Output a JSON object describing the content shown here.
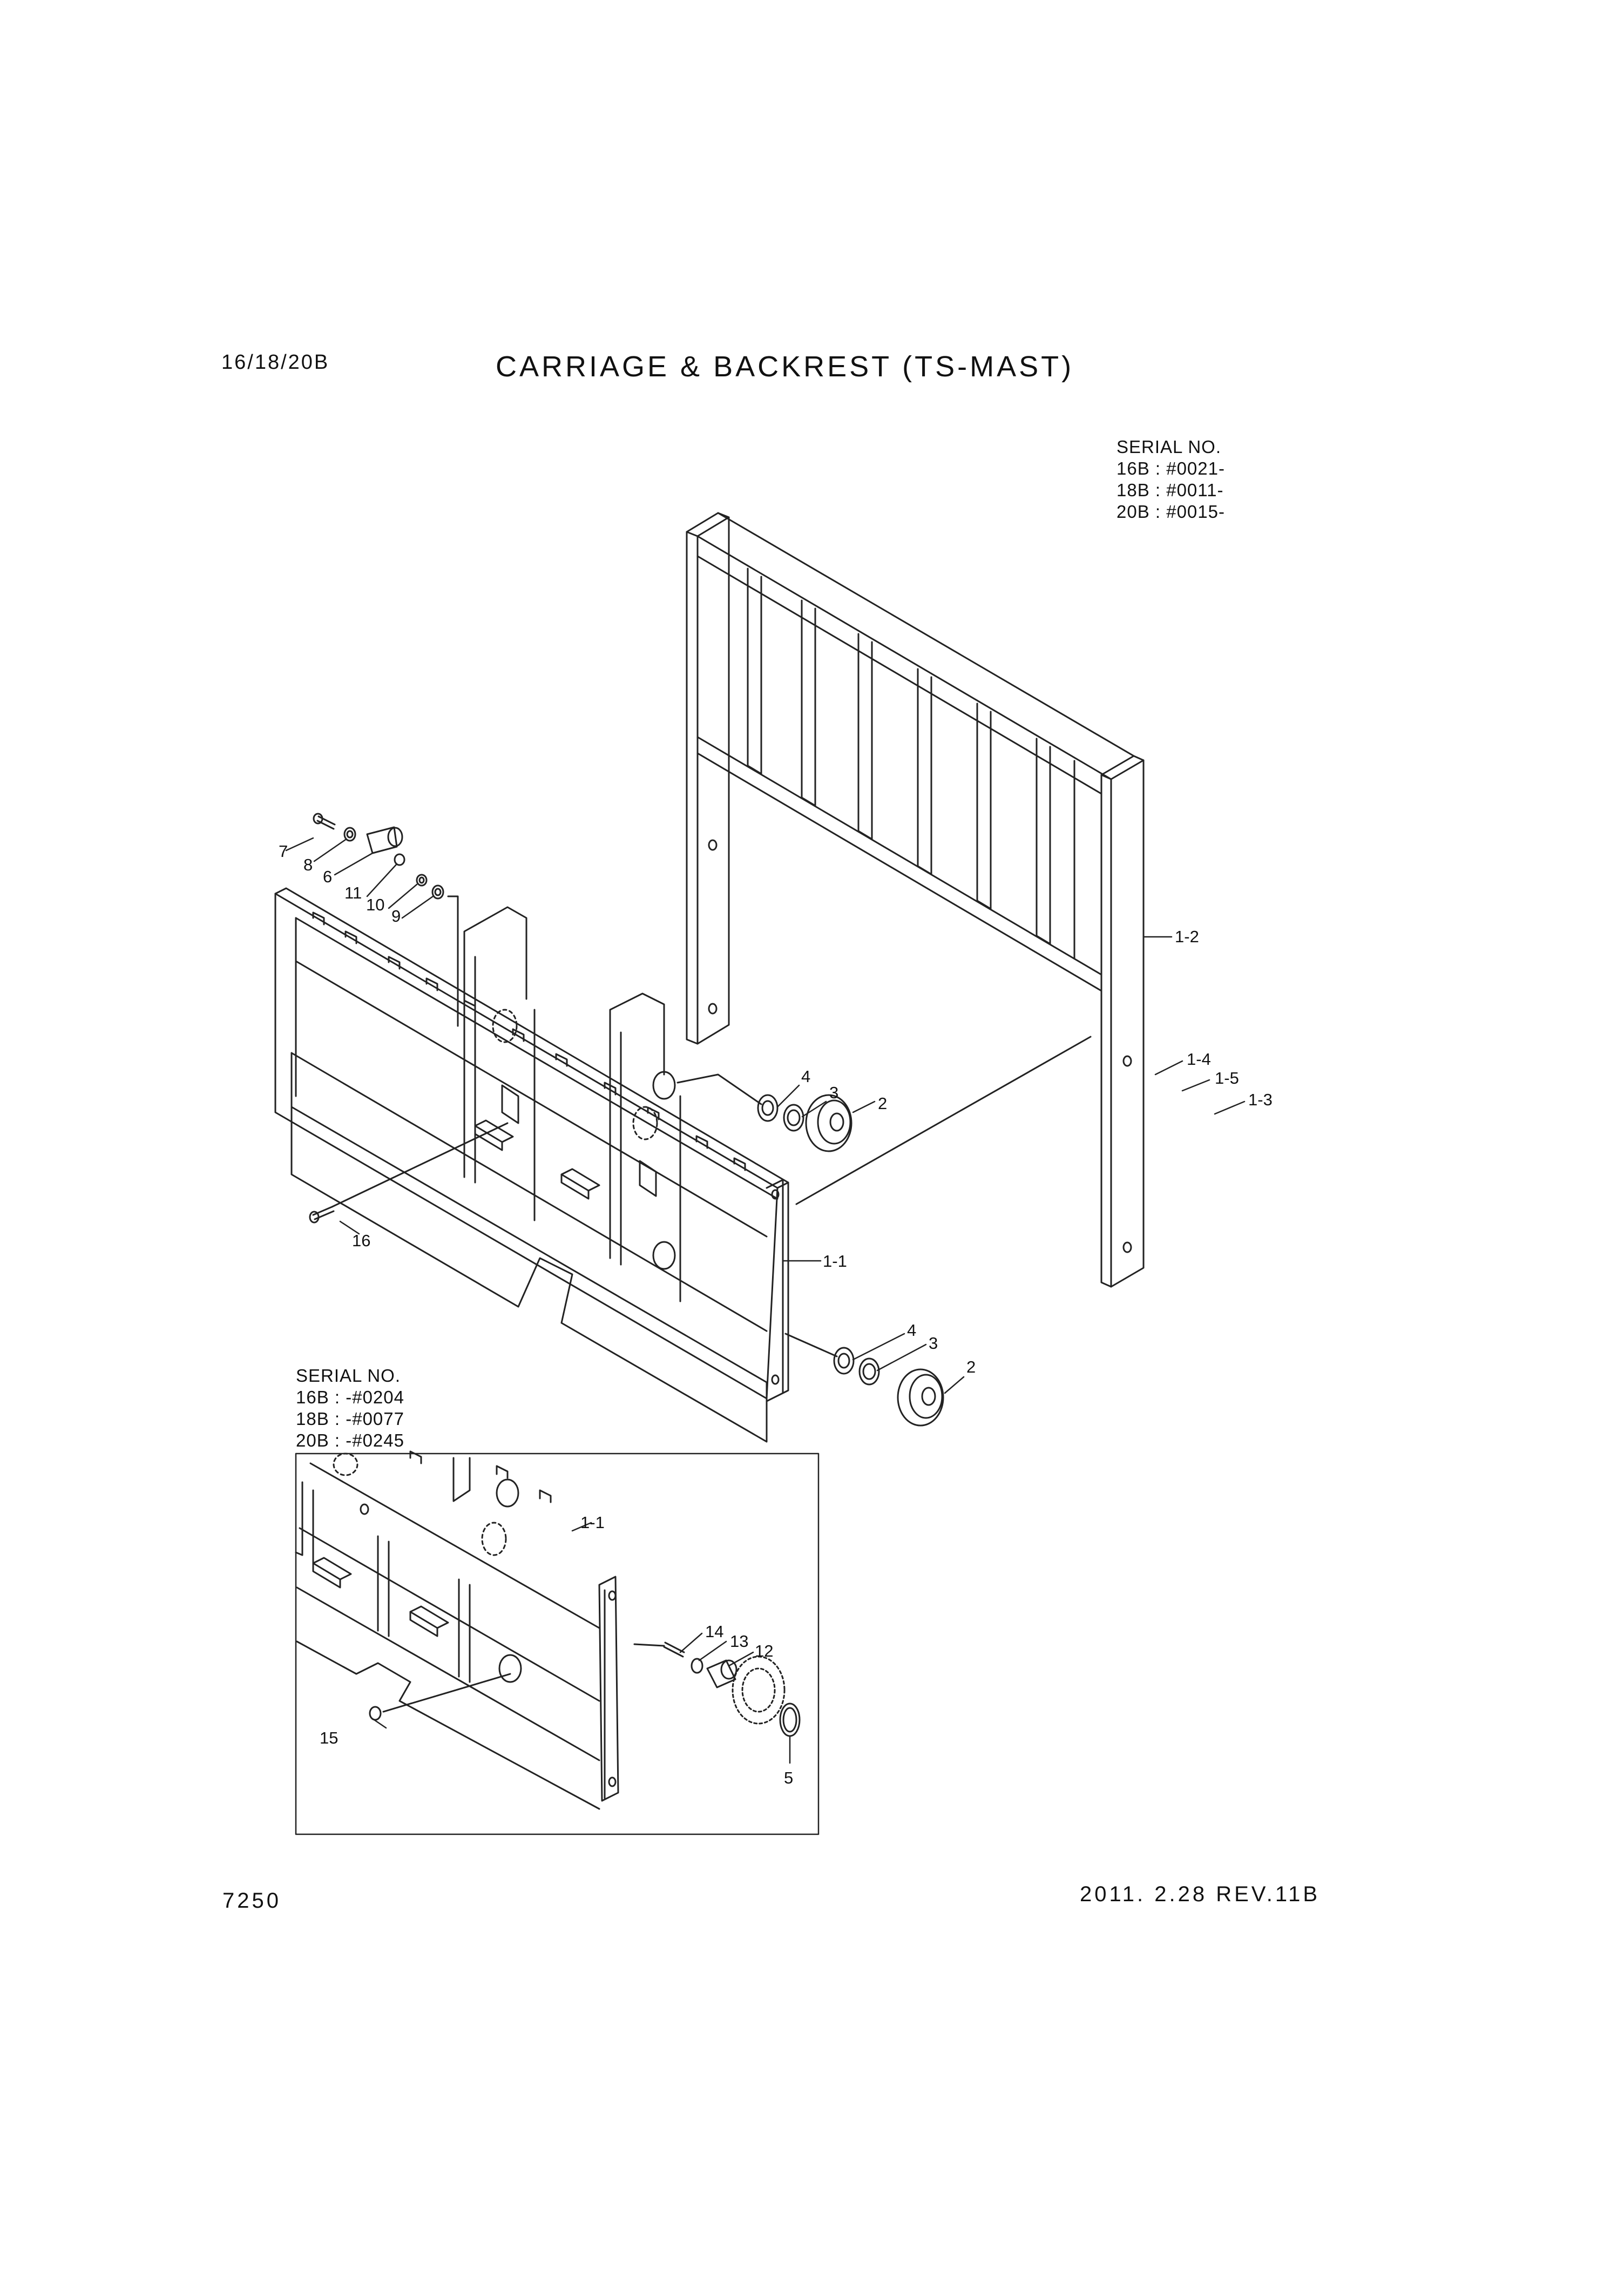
{
  "header": {
    "model": "16/18/20B",
    "title": "CARRIAGE & BACKREST (TS-MAST)"
  },
  "serial_top": {
    "heading": "SERIAL NO.",
    "lines": [
      "16B : #0021-",
      "18B : #0011-",
      "20B : #0015-"
    ]
  },
  "serial_inset": {
    "heading": "SERIAL NO.",
    "lines": [
      "16B : -#0204",
      "18B : -#0077",
      "20B : -#0245"
    ]
  },
  "part_labels": {
    "p7": "7",
    "p8": "8",
    "p6": "6",
    "p11": "11",
    "p10": "10",
    "p9": "9",
    "p1_2": "1-2",
    "p1_4": "1-4",
    "p1_5": "1-5",
    "p1_3": "1-3",
    "p4a": "4",
    "p3a": "3",
    "p2a": "2",
    "p16": "16",
    "p1_1a": "1-1",
    "p4b": "4",
    "p3b": "3",
    "p2b": "2",
    "p1_1b": "1-1",
    "p14": "14",
    "p13": "13",
    "p12": "12",
    "p15": "15",
    "p5": "5"
  },
  "footer": {
    "page_number": "7250",
    "revision": "2011. 2.28  REV.11B"
  }
}
